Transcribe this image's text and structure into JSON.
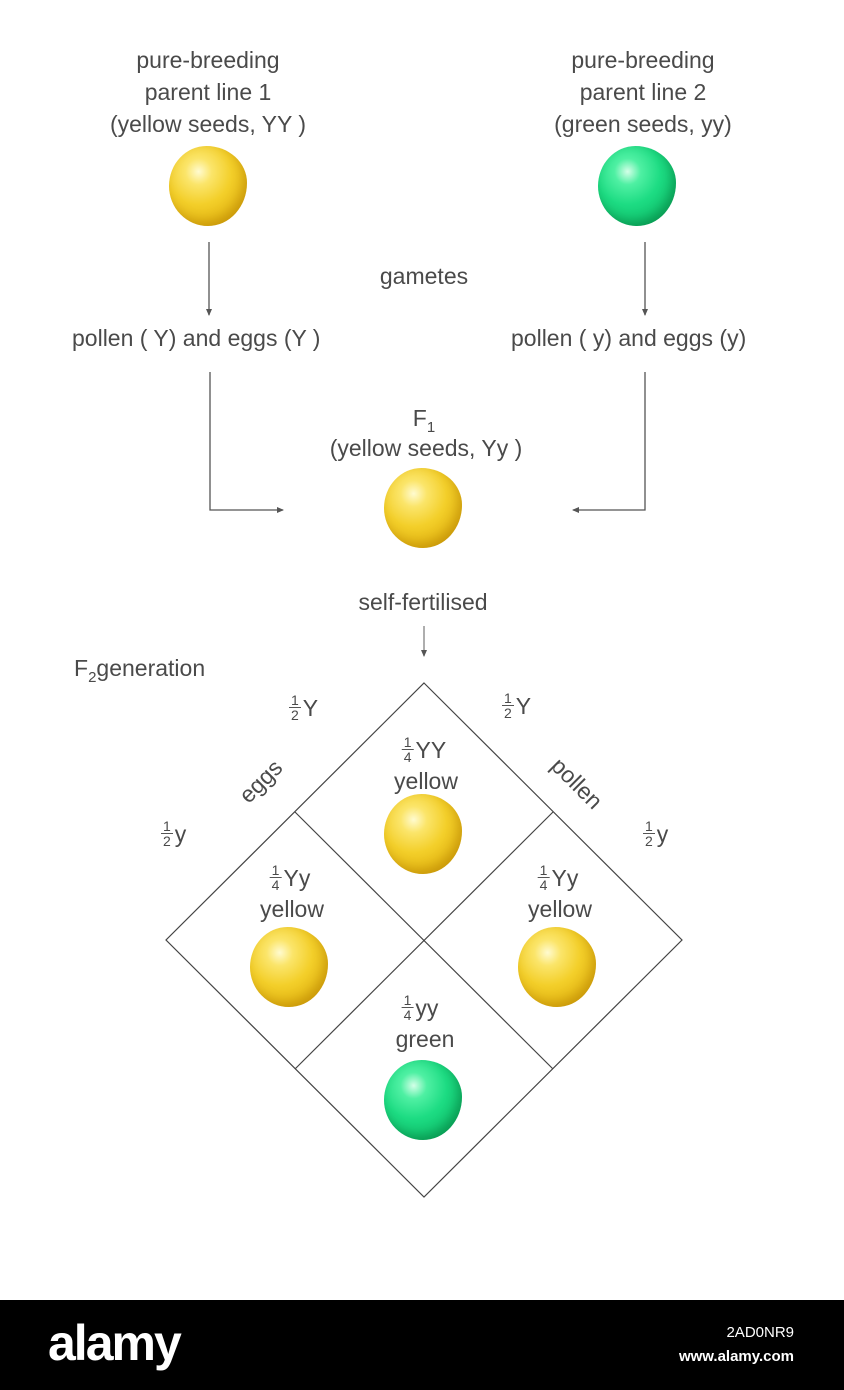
{
  "parent1": {
    "line1": "pure-breeding",
    "line2": "parent line 1",
    "line3": "(yellow seeds,    YY )",
    "gametes": "pollen ( Y)  and eggs   (Y )"
  },
  "parent2": {
    "line1": "pure-breeding",
    "line2": "parent line 2",
    "line3": "(green seeds,    yy)",
    "gametes": "pollen ( y)  and eggs   (y)"
  },
  "gametes_label": "gametes",
  "f1": {
    "label": "F",
    "label_sub": "1",
    "desc": "(yellow seeds,    Yy )"
  },
  "self_fertilised": "self-fertilised",
  "f2": {
    "label_prefix": "F",
    "label_sub": "2",
    "label_suffix": "generation"
  },
  "punnett": {
    "eggs_label": "eggs",
    "pollen_label": "pollen",
    "half_num": "1",
    "half_den": "2",
    "quarter_num": "1",
    "quarter_den": "4",
    "eggs_top": "Y",
    "eggs_bottom": "y",
    "pollen_top": "Y",
    "pollen_bottom": "y",
    "cells": [
      {
        "genotype": "YY",
        "phenotype": "yellow",
        "color": "yellow"
      },
      {
        "genotype": "Yy",
        "phenotype": "yellow",
        "color": "yellow"
      },
      {
        "genotype": "Yy",
        "phenotype": "yellow",
        "color": "yellow"
      },
      {
        "genotype": "yy",
        "phenotype": "green",
        "color": "green"
      }
    ]
  },
  "colors": {
    "yellow_seed": "#f3cf2a",
    "green_seed": "#1ddc83",
    "line": "#555555"
  },
  "footer": {
    "brand": "alamy",
    "image_id": "2AD0NR9",
    "site": "www.alamy.com"
  }
}
